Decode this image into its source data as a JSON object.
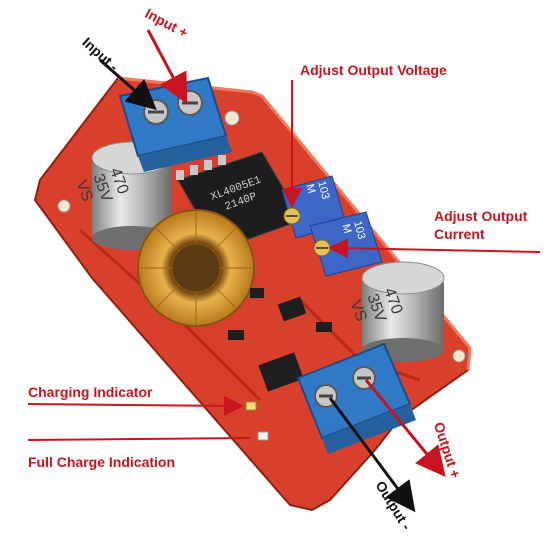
{
  "labels": {
    "input_plus": "Input +",
    "input_minus": "Input -",
    "adjust_voltage": "Adjust Output Voltage",
    "adjust_current_1": "Adjust Output",
    "adjust_current_2": "Current",
    "charging": "Charging Indicator",
    "full_charge": "Full Charge Indication",
    "output_plus": "Output +",
    "output_minus": "Output -"
  },
  "components": {
    "cap_left": {
      "value": "470",
      "voltage": "35V",
      "series": "VS"
    },
    "cap_right": {
      "value": "470",
      "voltage": "35V",
      "series": "VS"
    },
    "pot_top": {
      "code": "103",
      "brand": "M"
    },
    "pot_bottom": {
      "code": "103",
      "brand": "M"
    },
    "chip": {
      "part": "XL4005E1",
      "lot": "2140P"
    }
  },
  "colors": {
    "pcb": "#d8402c",
    "terminal": "#2f79c6",
    "pot": "#3d66c9",
    "accent": "#c8141e"
  }
}
